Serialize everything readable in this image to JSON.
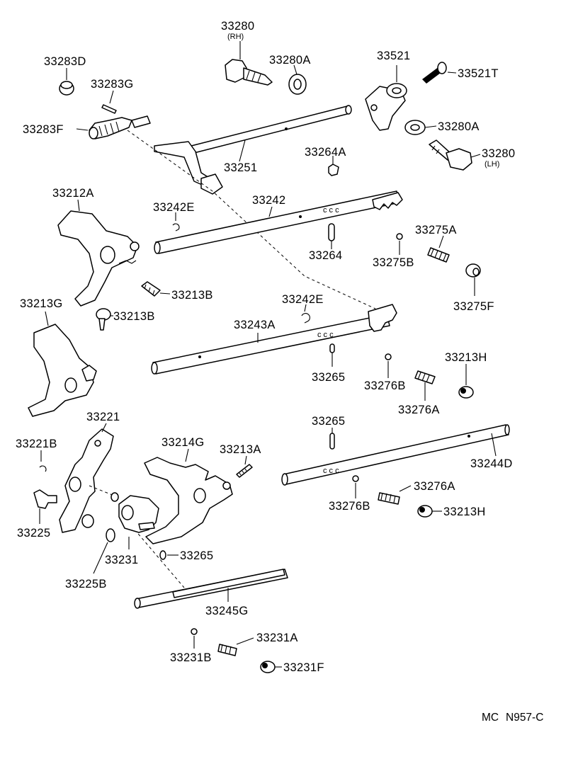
{
  "labels": {
    "p33280_rh": "33280",
    "p33280_rh_sub": "(RH)",
    "p33283D": "33283D",
    "p33280A_top": "33280A",
    "p33521": "33521",
    "p33521T": "33521T",
    "p33283G": "33283G",
    "p33283F": "33283F",
    "p33280A_right": "33280A",
    "p33264A": "33264A",
    "p33280_lh": "33280",
    "p33280_lh_sub": "(LH)",
    "p33251": "33251",
    "p33212A": "33212A",
    "p33242": "33242",
    "p33242E_a": "33242E",
    "p33275A": "33275A",
    "p33264": "33264",
    "p33275B": "33275B",
    "p33213B_a": "33213B",
    "p33275F": "33275F",
    "p33213G": "33213G",
    "p33242E_b": "33242E",
    "p33213B_b": "33213B",
    "p33243A": "33243A",
    "p33213H_a": "33213H",
    "p33265_a": "33265",
    "p33276B_a": "33276B",
    "p33276A_a": "33276A",
    "p33221": "33221",
    "p33265_b": "33265",
    "p33221B": "33221B",
    "p33214G": "33214G",
    "p33213A": "33213A",
    "p33244D": "33244D",
    "p33276A_b": "33276A",
    "p33276B_b": "33276B",
    "p33213H_b": "33213H",
    "p33225": "33225",
    "p33231": "33231",
    "p33265_c": "33265",
    "p33225B": "33225B",
    "p33245G": "33245G",
    "p33231A": "33231A",
    "p33231B": "33231B",
    "p33231F": "33231F"
  },
  "footer": {
    "code_left": "MC",
    "code_right": "N957-C"
  }
}
